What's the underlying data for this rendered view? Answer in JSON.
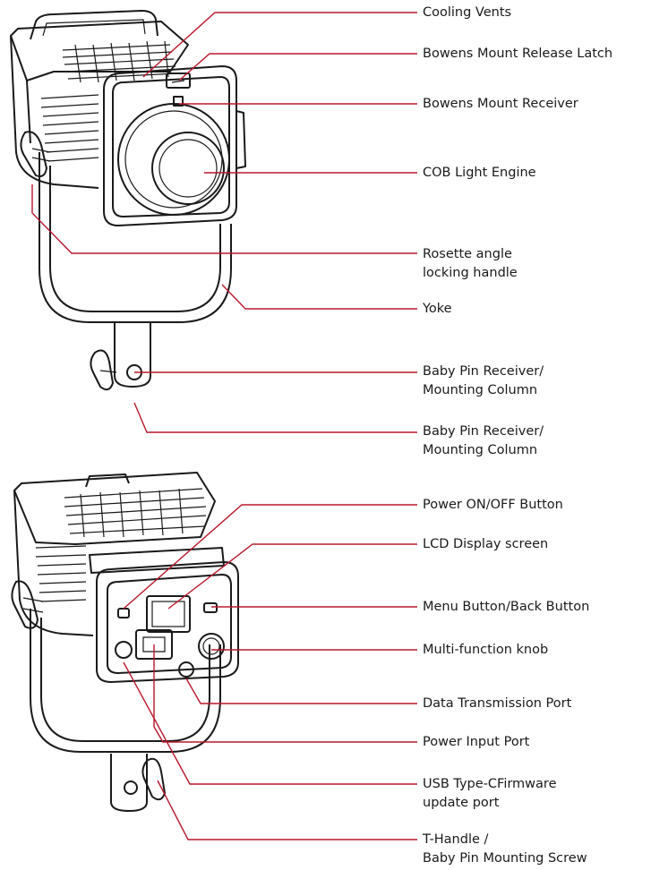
{
  "colors": {
    "leader": "#b8182b",
    "outline": "#1a1a1a",
    "background": "#ffffff"
  },
  "front_view": {
    "labels": [
      {
        "name": "cooling-vents-label",
        "text": [
          "Cooling Vents"
        ]
      },
      {
        "name": "bowens-mount-release-latch-label",
        "text": [
          "Bowens Mount Release Latch"
        ]
      },
      {
        "name": "bowens-mount-receiver-label",
        "text": [
          "Bowens Mount Receiver"
        ]
      },
      {
        "name": "cob-light-engine-label",
        "text": [
          "COB Light Engine"
        ]
      },
      {
        "name": "rosette-angle-locking-handle-label",
        "text": [
          "Rosette angle",
          "locking handle"
        ]
      },
      {
        "name": "yoke-label",
        "text": [
          "Yoke"
        ]
      },
      {
        "name": "baby-pin-receiver-label-1",
        "text": [
          "Baby Pin Receiver/",
          "Mounting Column"
        ]
      },
      {
        "name": "baby-pin-receiver-label-2",
        "text": [
          "Baby Pin Receiver/",
          "Mounting Column"
        ]
      }
    ]
  },
  "back_view": {
    "labels": [
      {
        "name": "power-button-label",
        "text": [
          "Power ON/OFF Button"
        ]
      },
      {
        "name": "lcd-display-label",
        "text": [
          "LCD Display screen"
        ]
      },
      {
        "name": "menu-back-button-label",
        "text": [
          "Menu Button/Back Button"
        ]
      },
      {
        "name": "multi-function-knob-label",
        "text": [
          "Multi-function knob"
        ]
      },
      {
        "name": "data-transmission-port-label",
        "text": [
          "Data Transmission Port"
        ]
      },
      {
        "name": "power-input-port-label",
        "text": [
          "Power Input Port"
        ]
      },
      {
        "name": "usb-type-c-port-label",
        "text": [
          "USB Type-CFirmware",
          "update port"
        ]
      },
      {
        "name": "t-handle-label",
        "text": [
          "T-Handle /",
          "Baby Pin Mounting Screw"
        ]
      }
    ]
  }
}
